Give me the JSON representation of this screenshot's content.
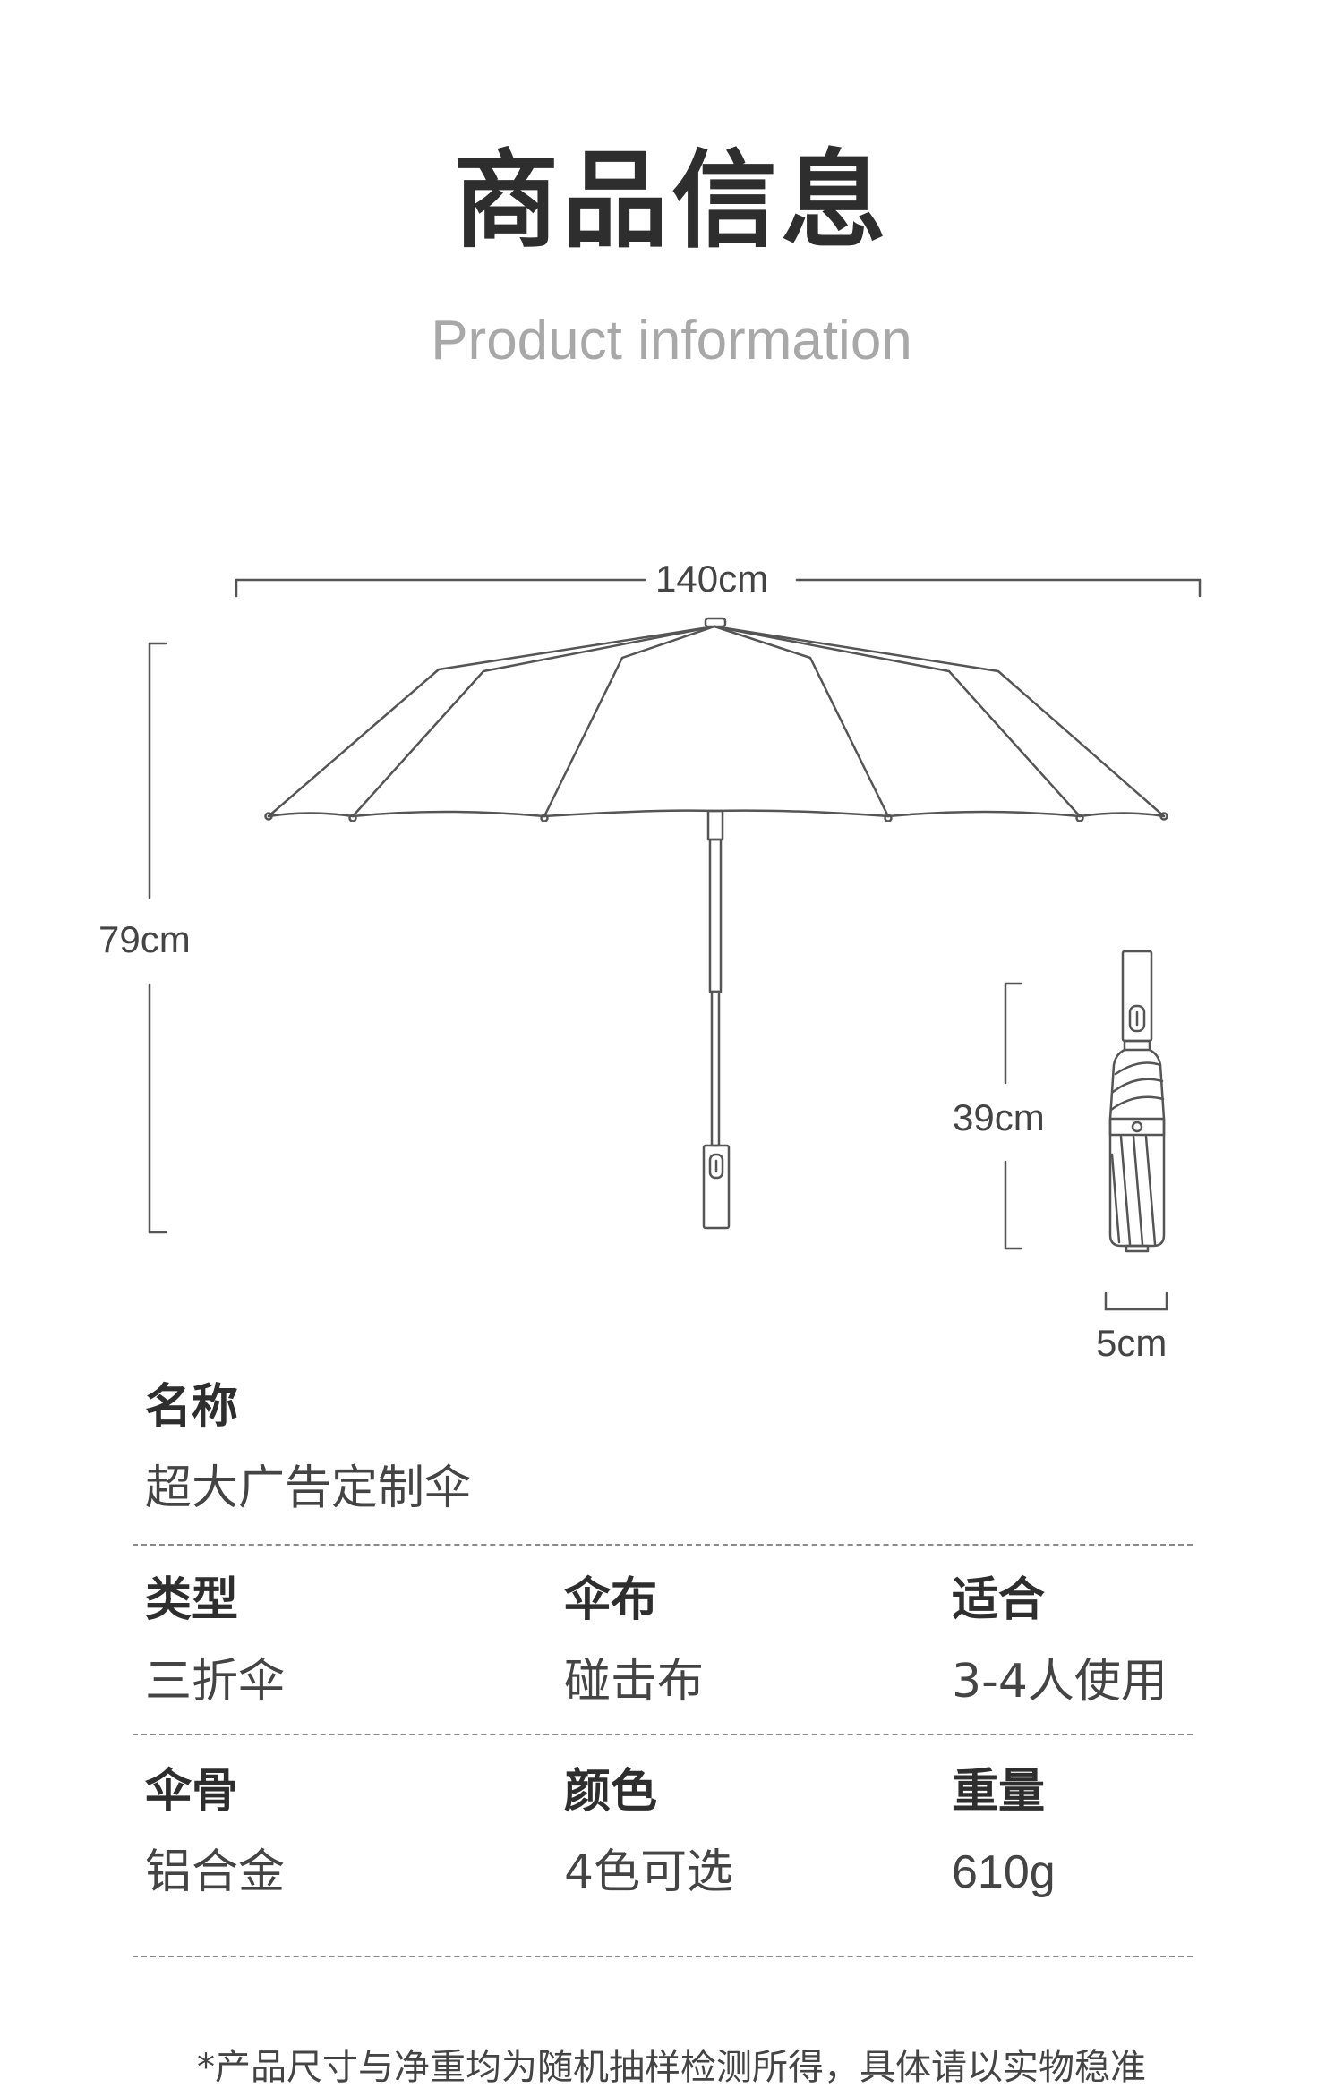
{
  "header": {
    "title_cn": "商品信息",
    "title_en": "Product information"
  },
  "dimensions": {
    "open_width": "140cm",
    "open_height": "79cm",
    "folded_length": "39cm",
    "folded_width": "5cm"
  },
  "specs": {
    "name": {
      "label": "名称",
      "value": "超大广告定制伞"
    },
    "rows": [
      [
        {
          "label": "类型",
          "value": "三折伞"
        },
        {
          "label": "伞布",
          "value": "碰击布"
        },
        {
          "label": "适合",
          "value": "3-4人使用"
        }
      ],
      [
        {
          "label": "伞骨",
          "value": "铝合金"
        },
        {
          "label": "颜色",
          "value": "4色可选"
        },
        {
          "label": "重量",
          "value": "610g"
        }
      ]
    ]
  },
  "footnote": "*产品尺寸与净重均为随机抽样检测所得，具体请以实物稳准",
  "colors": {
    "line": "#555555",
    "title": "#2e2e2e",
    "subtitle": "#a8a8a8",
    "divider": "#8a8a8a"
  },
  "icons": {
    "open_umbrella": "open-umbrella-illustration",
    "folded_umbrella": "folded-umbrella-illustration"
  }
}
